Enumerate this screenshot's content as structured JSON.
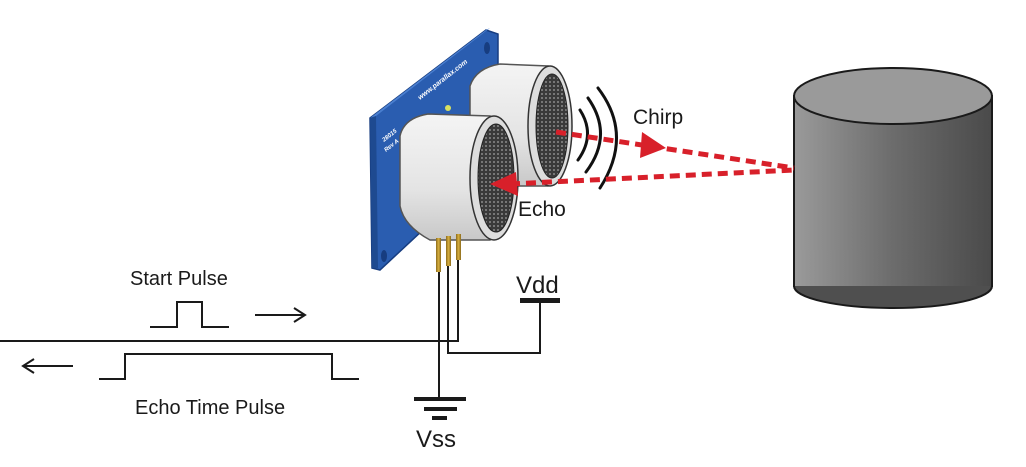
{
  "diagram": {
    "title": "Ultrasonic distance sensor operation",
    "labels": {
      "chirp": "Chirp",
      "echo": "Echo",
      "start_pulse": "Start Pulse",
      "echo_time_pulse": "Echo Time Pulse",
      "vdd": "Vdd",
      "vss": "Vss"
    },
    "sensor": {
      "website": "www.parallax.com",
      "part_number": "28015",
      "revision": "Rev A"
    },
    "arrows": {
      "start_pulse_direction": "right",
      "echo_pulse_direction": "left"
    },
    "colors": {
      "pcb_blue": "#2a5db0",
      "signal_red": "#d8202a",
      "object_gray": "#6e6e6e",
      "line_black": "#1a1a1a"
    }
  }
}
